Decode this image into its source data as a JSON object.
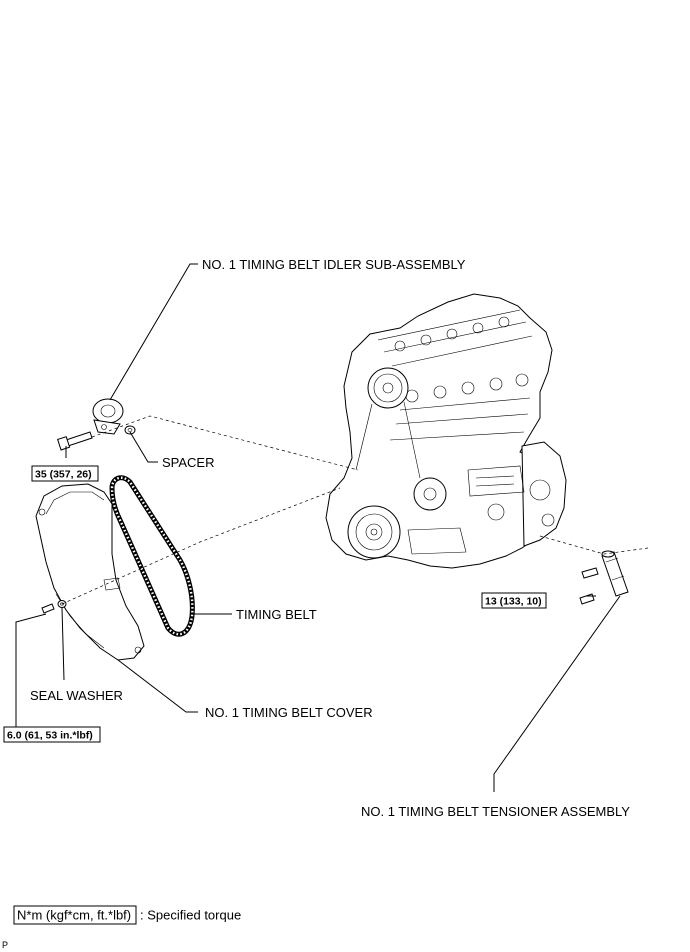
{
  "labels": {
    "idler": "NO. 1 TIMING BELT IDLER SUB-ASSEMBLY",
    "spacer": "SPACER",
    "timing_belt": "TIMING BELT",
    "seal_washer": "SEAL WASHER",
    "cover": "NO. 1 TIMING BELT COVER",
    "tensioner": "NO. 1 TIMING BELT TENSIONER ASSEMBLY"
  },
  "torques": {
    "idler_bolt": "35 (357, 26)",
    "tensioner_bolt": "13 (133, 10)",
    "cover_bolt": "6.0 (61, 53 in.*lbf)"
  },
  "legend": {
    "unit_box": "N*m (kgf*cm, ft.*lbf)",
    "description": ": Specified torque"
  },
  "footer": {
    "code": "P"
  }
}
